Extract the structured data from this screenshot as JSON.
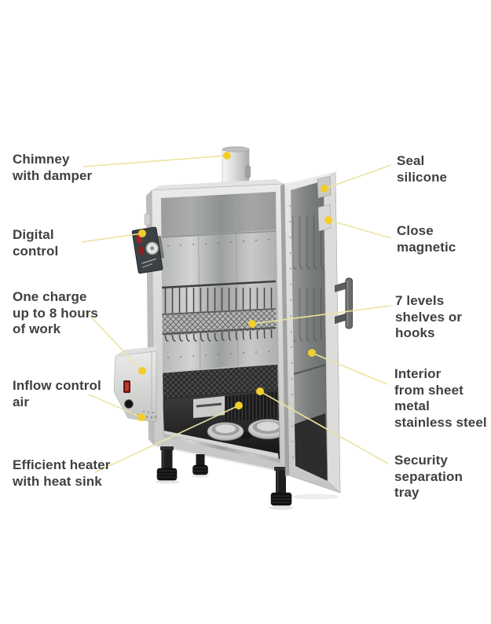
{
  "figure": {
    "subject": "Smokehouse smoker cabinet feature diagram"
  },
  "colors": {
    "background": "#FFFFFF",
    "label_text": "#3F4141",
    "leader_line": "#EDE3A0",
    "leader_dot": "#F2CD2B",
    "cabinet_metal": "#D2D3D1",
    "legs_black": "#1A1A1A"
  },
  "callouts": {
    "chimney": {
      "label": "Chimney\nwith damper"
    },
    "digital_control": {
      "label": "Digital\ncontrol"
    },
    "one_charge": {
      "label": "One charge\nup to 8 hours\nof work"
    },
    "inflow": {
      "label": "Inflow control\nair"
    },
    "heater": {
      "label": "Efficient heater\nwith heat sink"
    },
    "seal": {
      "label": "Seal\nsilicone"
    },
    "close_magnetic": {
      "label": "Close\nmagnetic"
    },
    "levels": {
      "label": "7 levels\nshelves or hooks"
    },
    "interior": {
      "label": "Interior\nfrom sheet metal\nstainless steel"
    },
    "security": {
      "label": "Security\nseparation tray"
    }
  }
}
